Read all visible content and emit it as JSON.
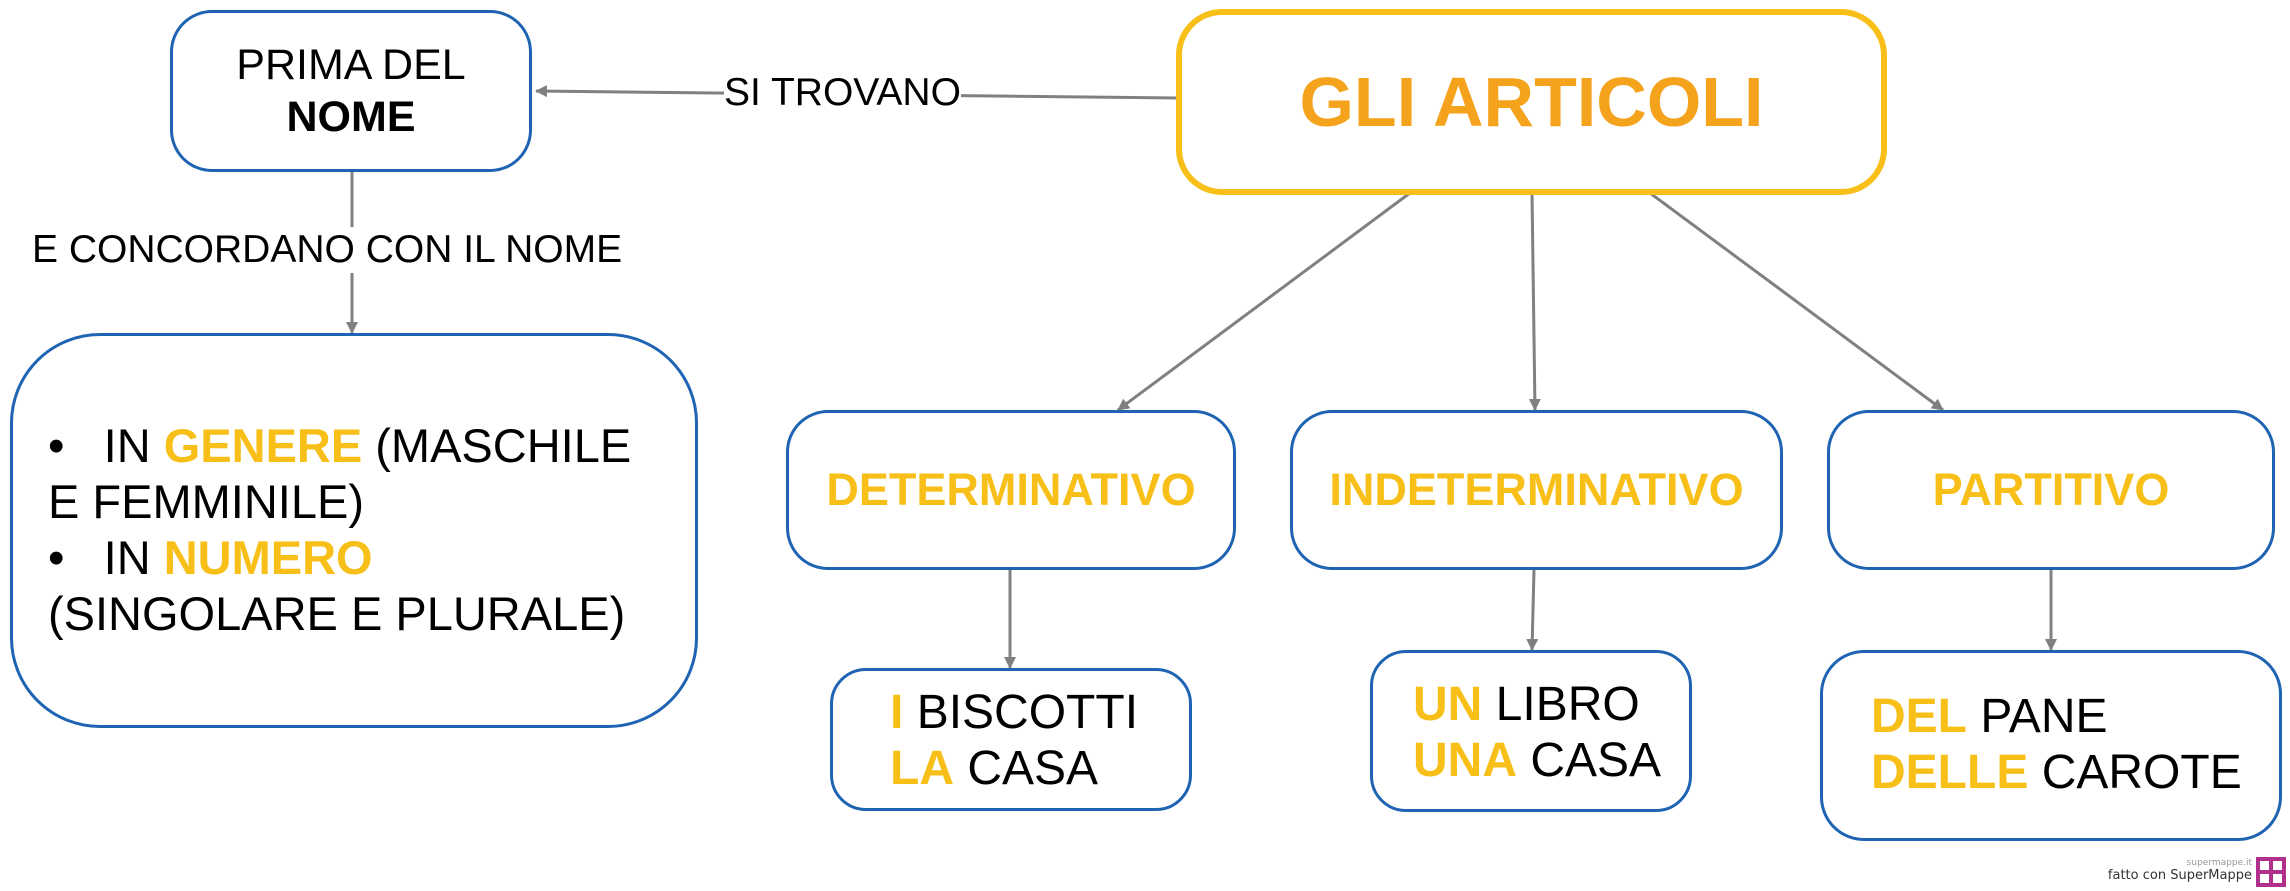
{
  "main": {
    "title": "GLI ARTICOLI"
  },
  "left": {
    "position_box": {
      "line1": "PRIMA DEL",
      "line2": "NOME"
    },
    "link_trovano": "SI TROVANO",
    "link_concordano": "E CONCORDANO CON IL NOME",
    "agreement": {
      "bullet": "•",
      "item1_prefix": "IN",
      "item1_highlight": "GENERE",
      "item1_rest": "(MASCHILE",
      "item1_line2": "E FEMMINILE)",
      "item2_prefix": "IN",
      "item2_highlight": "NUMERO",
      "item2_line2": "(SINGOLARE E PLURALE)"
    }
  },
  "types": [
    {
      "label": "DETERMINATIVO",
      "examples": [
        {
          "article": "I",
          "noun": "BISCOTTI"
        },
        {
          "article": "LA",
          "noun": "CASA"
        }
      ]
    },
    {
      "label": "INDETERMINATIVO",
      "examples": [
        {
          "article": "UN",
          "noun": "LIBRO"
        },
        {
          "article": "UNA",
          "noun": "CASA"
        }
      ]
    },
    {
      "label": "PARTITIVO",
      "examples": [
        {
          "article": "DEL",
          "noun": "PANE"
        },
        {
          "article": "DELLE",
          "noun": "CAROTE"
        }
      ]
    }
  ],
  "footer": {
    "small": "supermappe.it",
    "text": "fatto con SuperMappe"
  },
  "colors": {
    "title": "#f5a21c",
    "accent": "#f7bf17",
    "box_border": "#1f63b3",
    "arrow": "#808080"
  }
}
